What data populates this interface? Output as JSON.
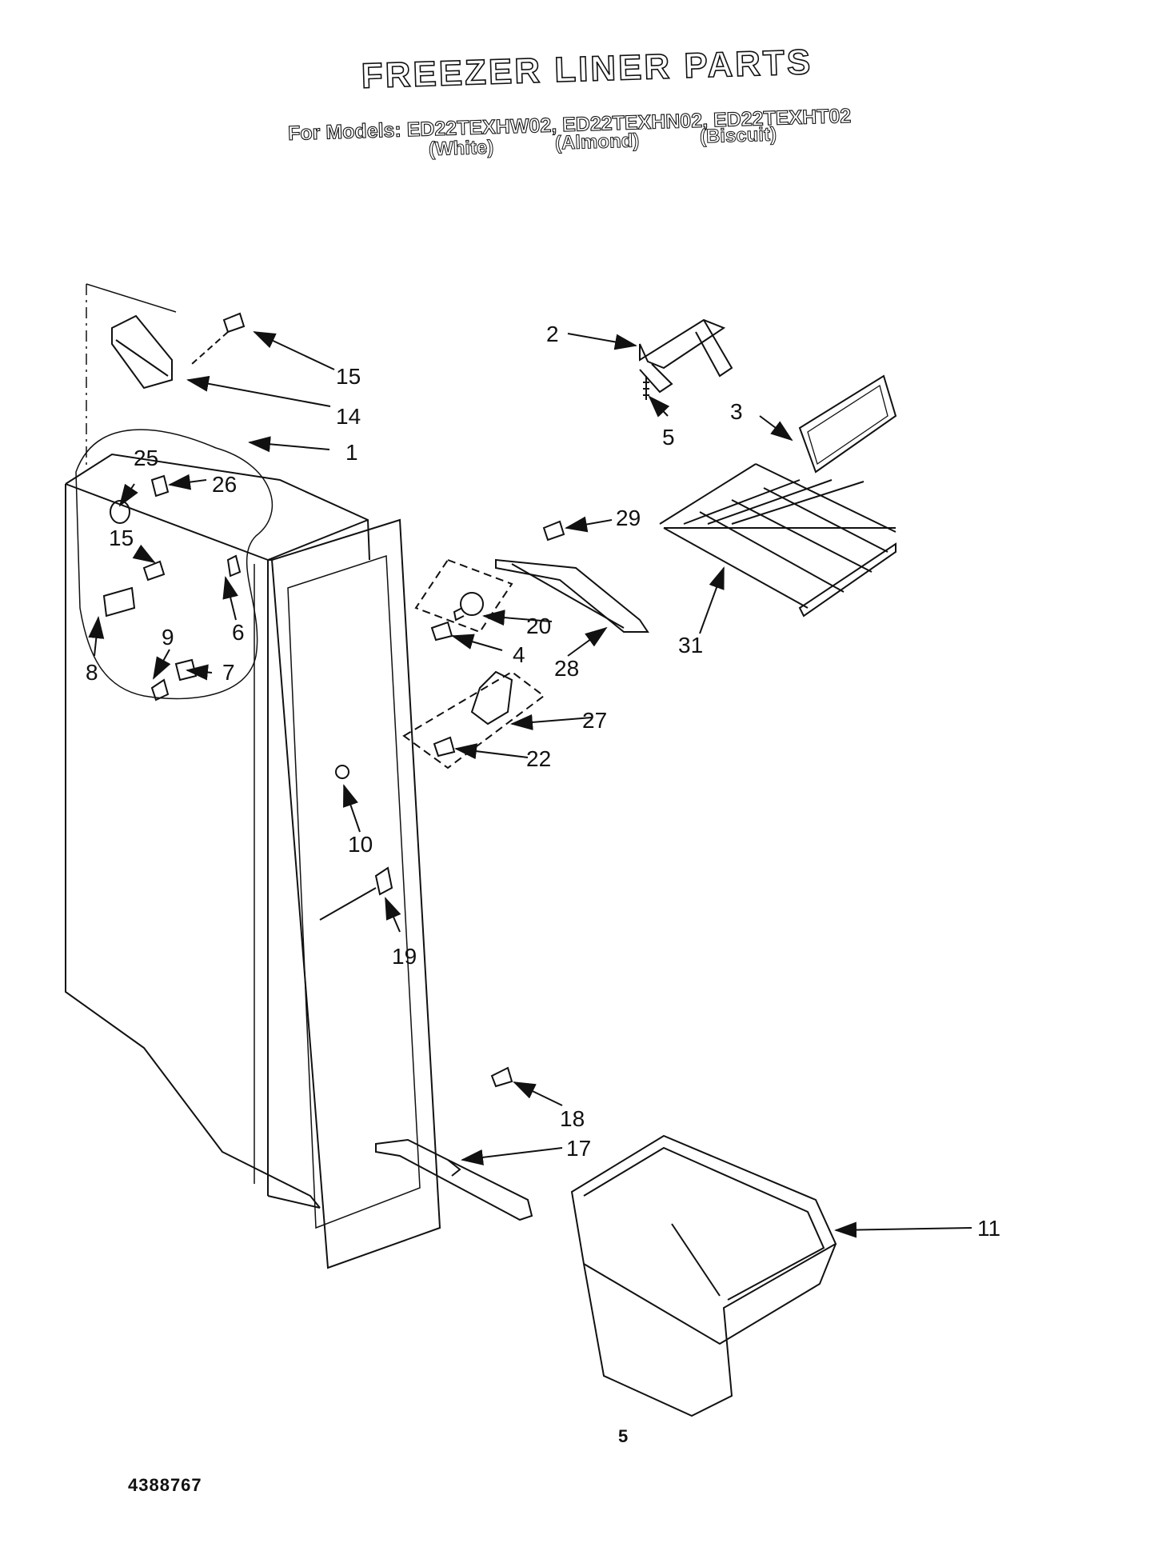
{
  "header": {
    "title": "FREEZER LINER PARTS",
    "models_line": "For Models: ED22TEXHW02, ED22TEXHN02, ED22TEXHT02",
    "colors": [
      "(White)",
      "(Almond)",
      "(Biscuit)"
    ]
  },
  "callouts": [
    "15",
    "14",
    "1",
    "25",
    "26",
    "15",
    "6",
    "8",
    "9",
    "7",
    "2",
    "5",
    "3",
    "29",
    "20",
    "4",
    "28",
    "31",
    "27",
    "22",
    "10",
    "19",
    "18",
    "17",
    "11"
  ],
  "footer": {
    "page_number": "5",
    "document_number": "4388767"
  }
}
